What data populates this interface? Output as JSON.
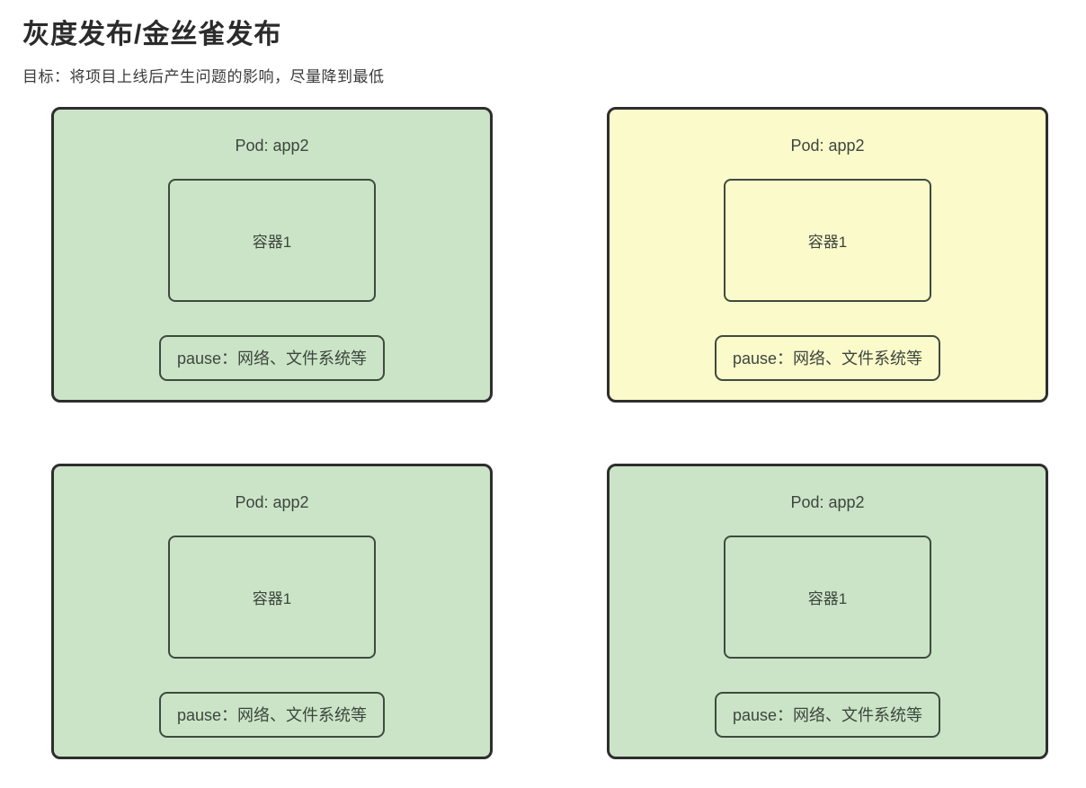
{
  "page": {
    "title": "灰度发布/金丝雀发布",
    "subtitle": "目标：将项目上线后产生问题的影响，尽量降到最低"
  },
  "colors": {
    "green_fill": "#cbe4c7",
    "yellow_fill": "#fbfacb",
    "border_dark": "#2e2e2e",
    "inner_border": "#3e4b3e",
    "text_color": "#3d463d",
    "title_color": "#2b2b2b",
    "subtitle_color": "#3a3a3a"
  },
  "pods": [
    {
      "variant": "green",
      "label": "Pod: app2",
      "container_label": "容器1",
      "pause_label": "pause：网络、文件系统等"
    },
    {
      "variant": "yellow",
      "label": "Pod: app2",
      "container_label": "容器1",
      "pause_label": "pause：网络、文件系统等"
    },
    {
      "variant": "green",
      "label": "Pod: app2",
      "container_label": "容器1",
      "pause_label": "pause：网络、文件系统等"
    },
    {
      "variant": "green",
      "label": "Pod: app2",
      "container_label": "容器1",
      "pause_label": "pause：网络、文件系统等"
    }
  ]
}
